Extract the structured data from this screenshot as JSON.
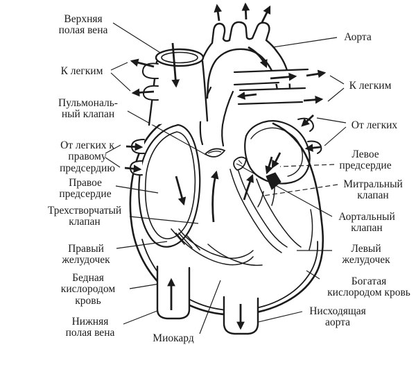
{
  "diagram": {
    "background": "#ffffff",
    "line_color": "#1b1b1b",
    "labels": [
      {
        "id": "superior-vena-cava",
        "text": "Верхняя\nполая вена"
      },
      {
        "id": "to-lungs-left",
        "text": "К легким"
      },
      {
        "id": "pulmonary-valve",
        "text": "Пульмональ-\nный клапан"
      },
      {
        "id": "from-lungs-to-right-atrium",
        "text": "От легких к\nправому\nпредсердию"
      },
      {
        "id": "right-atrium",
        "text": "Правое\nпредсердие"
      },
      {
        "id": "tricuspid-valve",
        "text": "Трехстворчатый\nклапан"
      },
      {
        "id": "right-ventricle",
        "text": "Правый\nжелудочек"
      },
      {
        "id": "oxygen-poor-blood",
        "text": "Бедная\nкислородом\nкровь"
      },
      {
        "id": "inferior-vena-cava",
        "text": "Нижняя\nполая вена"
      },
      {
        "id": "myocardium",
        "text": "Миокард"
      },
      {
        "id": "aorta",
        "text": "Аорта"
      },
      {
        "id": "to-lungs-right",
        "text": "К легким"
      },
      {
        "id": "from-lungs-right",
        "text": "От легких"
      },
      {
        "id": "left-atrium",
        "text": "Левое\nпредсердие"
      },
      {
        "id": "mitral-valve",
        "text": "Митральный\nклапан"
      },
      {
        "id": "aortic-valve",
        "text": "Аортальный\nклапан"
      },
      {
        "id": "left-ventricle",
        "text": "Левый\nжелудочек"
      },
      {
        "id": "oxygen-rich-blood",
        "text": "Богатая\nкислородом кровь"
      },
      {
        "id": "descending-aorta",
        "text": "Нисходящая\nаорта"
      }
    ]
  }
}
